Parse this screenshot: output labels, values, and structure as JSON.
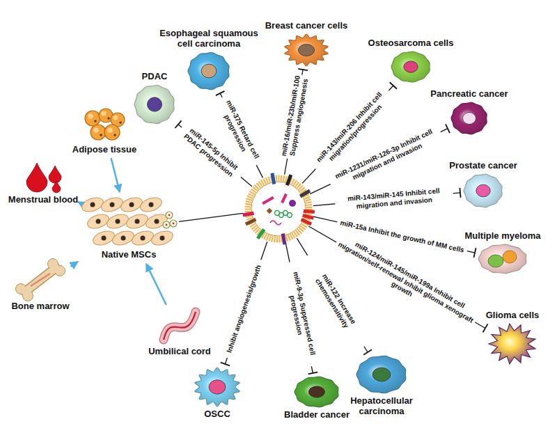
{
  "diagram": {
    "nodes": [
      {
        "text": [
          "Adipose tissue"
        ]
      },
      {
        "text": [
          "Menstrual blood"
        ]
      },
      {
        "text": [
          "Bone marrow"
        ]
      },
      {
        "text": [
          "Umbilical cord"
        ]
      },
      {
        "text": [
          "Native MSCs"
        ]
      },
      {
        "text": []
      },
      {
        "text": [
          "PDAC"
        ]
      },
      {
        "text": [
          "Esophageal squamous cell carcinoma"
        ]
      },
      {
        "text": [
          "Breast cancer cells"
        ]
      },
      {
        "text": [
          "Osteosarcoma cells"
        ]
      },
      {
        "text": [
          "Pancreatic cancer"
        ]
      },
      {
        "text": [
          "Prostate cancer"
        ]
      },
      {
        "text": [
          "Multiple myeloma"
        ]
      },
      {
        "text": [
          "Glioma cells"
        ]
      },
      {
        "text": [
          "Hepatocellular carcinoma"
        ]
      },
      {
        "text": [
          "Bladder cancer"
        ]
      },
      {
        "text": [
          "OSCC"
        ]
      }
    ],
    "edges": [
      {
        "from": 0,
        "to": 4,
        "arrow": "to"
      },
      {
        "from": 1,
        "to": 4,
        "arrow": "to"
      },
      {
        "from": 2,
        "to": 4,
        "arrow": "to"
      },
      {
        "from": 3,
        "to": 4,
        "arrow": "to"
      },
      {
        "from": 4,
        "to": 5,
        "arrow": "none"
      },
      {
        "from": 5,
        "to": 6,
        "label": "miR-145-5p Inhibit PDAC progression",
        "arrow": "to"
      },
      {
        "from": 5,
        "to": 7,
        "label": "miR-375 Retard cell progression",
        "arrow": "to"
      },
      {
        "from": 5,
        "to": 8,
        "label": "miR-16/miR-23b/miR-100 Suppress angiogenesis",
        "arrow": "to"
      },
      {
        "from": 5,
        "to": 9,
        "label": "miR-143/miR-206 Inhibit cell migration/progression",
        "arrow": "to"
      },
      {
        "from": 5,
        "to": 10,
        "label": "miR-1231/miR-126-3p Inhibit cell migration and invasion",
        "arrow": "to"
      },
      {
        "from": 5,
        "to": 11,
        "label": "miR-143/miR-145 Inhibit cell migration and invasion",
        "arrow": "to"
      },
      {
        "from": 5,
        "to": 12,
        "label": "miR-15a Inhibit the growth of MM cells",
        "arrow": "to"
      },
      {
        "from": 5,
        "to": 13,
        "label": "miR-124/miR-145/miR-199a Inhibit cell migration/self-renewal Inhibit glioma xenograft growth",
        "arrow": "to"
      },
      {
        "from": 5,
        "to": 14,
        "label": "miR-122 Increase chemosensitivity",
        "arrow": "to"
      },
      {
        "from": 5,
        "to": 15,
        "label": "miR-9-3p Suppressed cell progression",
        "arrow": "to"
      },
      {
        "from": 5,
        "to": 16,
        "label": "Inhibit angiogenesis/growth",
        "arrow": "to"
      }
    ]
  }
}
